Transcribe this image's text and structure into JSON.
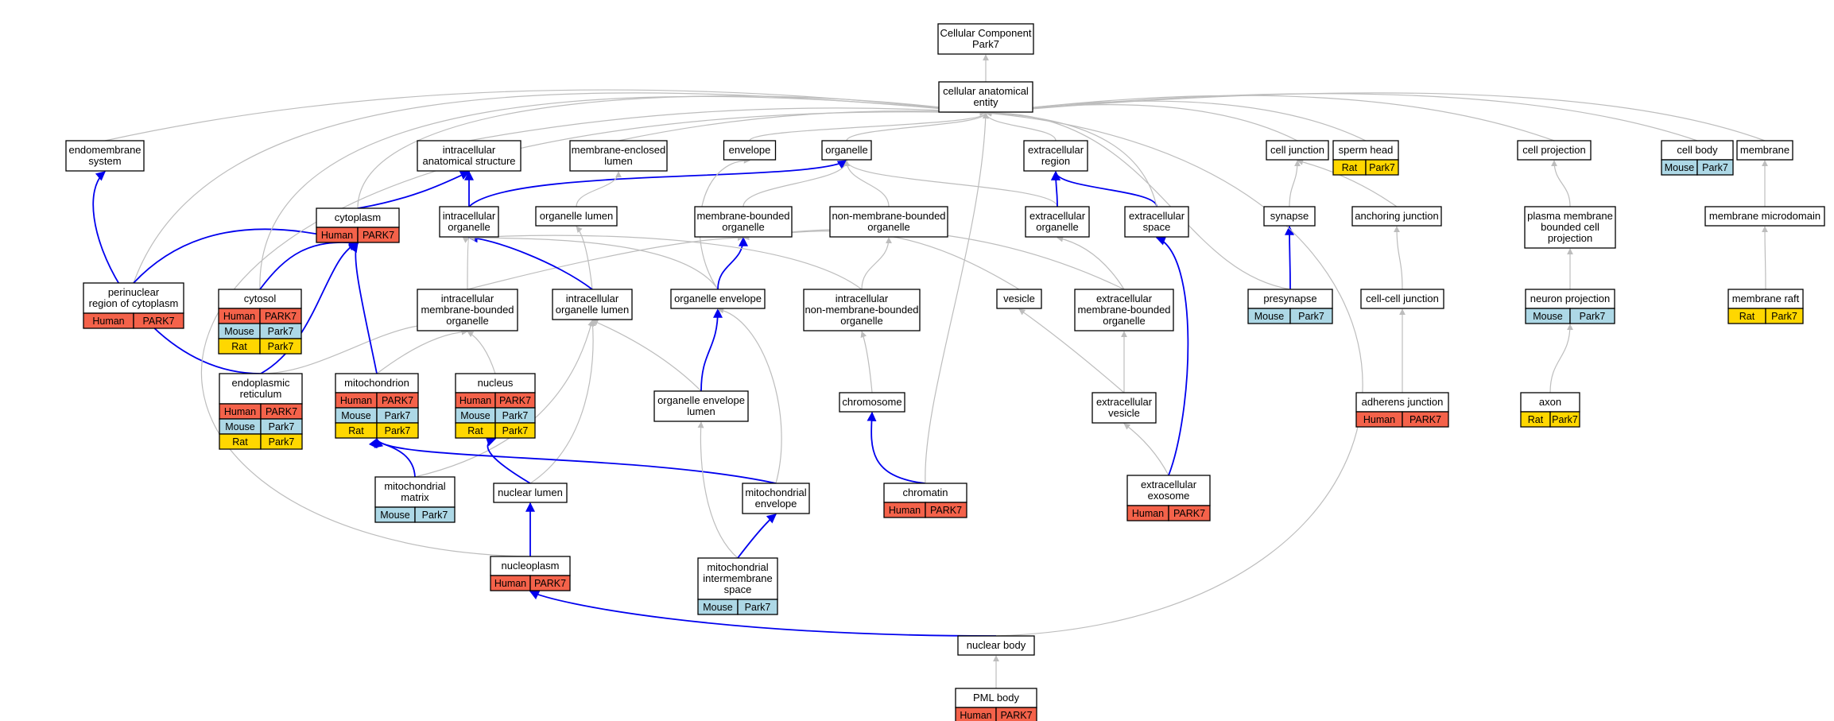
{
  "title_node": "go-cellular-component-park7",
  "colors": {
    "Human": "#f4624a",
    "Mouse": "#add8e6",
    "Rat": "#ffd700",
    "edge_isa": "#bdbdbd",
    "edge_partof": "#0000ee"
  },
  "nodes": [
    {
      "id": "root",
      "lines": [
        "Cellular Component",
        "Park7"
      ],
      "rows": []
    },
    {
      "id": "cae",
      "lines": [
        "cellular anatomical",
        "entity"
      ],
      "rows": []
    },
    {
      "id": "endomembrane",
      "lines": [
        "endomembrane",
        "system"
      ],
      "rows": []
    },
    {
      "id": "ias",
      "lines": [
        "intracellular",
        "anatomical structure"
      ],
      "rows": []
    },
    {
      "id": "mel",
      "lines": [
        "membrane-enclosed",
        "lumen"
      ],
      "rows": []
    },
    {
      "id": "envelope",
      "lines": [
        "envelope"
      ],
      "rows": []
    },
    {
      "id": "organelle",
      "lines": [
        "organelle"
      ],
      "rows": []
    },
    {
      "id": "extregion",
      "lines": [
        "extracellular",
        "region"
      ],
      "rows": []
    },
    {
      "id": "celljunction",
      "lines": [
        "cell junction"
      ],
      "rows": []
    },
    {
      "id": "spermhead",
      "lines": [
        "sperm head"
      ],
      "rows": [
        [
          "Rat",
          "Park7"
        ]
      ]
    },
    {
      "id": "cellprojection",
      "lines": [
        "cell projection"
      ],
      "rows": []
    },
    {
      "id": "cellbody",
      "lines": [
        "cell body"
      ],
      "rows": [
        [
          "Mouse",
          "Park7"
        ]
      ]
    },
    {
      "id": "membrane",
      "lines": [
        "membrane"
      ],
      "rows": []
    },
    {
      "id": "cytoplasm",
      "lines": [
        "cytoplasm"
      ],
      "rows": [
        [
          "Human",
          "PARK7"
        ]
      ]
    },
    {
      "id": "intorg",
      "lines": [
        "intracellular",
        "organelle"
      ],
      "rows": []
    },
    {
      "id": "orglumen",
      "lines": [
        "organelle lumen"
      ],
      "rows": []
    },
    {
      "id": "mbo",
      "lines": [
        "membrane-bounded",
        "organelle"
      ],
      "rows": []
    },
    {
      "id": "nmbo",
      "lines": [
        "non-membrane-bounded",
        "organelle"
      ],
      "rows": []
    },
    {
      "id": "extorg",
      "lines": [
        "extracellular",
        "organelle"
      ],
      "rows": []
    },
    {
      "id": "extspace",
      "lines": [
        "extracellular",
        "space"
      ],
      "rows": []
    },
    {
      "id": "synapse",
      "lines": [
        "synapse"
      ],
      "rows": []
    },
    {
      "id": "anchjunction",
      "lines": [
        "anchoring junction"
      ],
      "rows": []
    },
    {
      "id": "pmbcp",
      "lines": [
        "plasma membrane",
        "bounded cell",
        "projection"
      ],
      "rows": []
    },
    {
      "id": "membmicro",
      "lines": [
        "membrane microdomain"
      ],
      "rows": []
    },
    {
      "id": "perinuclear",
      "lines": [
        "perinuclear",
        "region of cytoplasm"
      ],
      "rows": [
        [
          "Human",
          "PARK7"
        ]
      ]
    },
    {
      "id": "cytosol",
      "lines": [
        "cytosol"
      ],
      "rows": [
        [
          "Human",
          "PARK7"
        ],
        [
          "Mouse",
          "Park7"
        ],
        [
          "Rat",
          "Park7"
        ]
      ]
    },
    {
      "id": "imbo",
      "lines": [
        "intracellular",
        "membrane-bounded",
        "organelle"
      ],
      "rows": []
    },
    {
      "id": "iol",
      "lines": [
        "intracellular",
        "organelle lumen"
      ],
      "rows": []
    },
    {
      "id": "orgenv",
      "lines": [
        "organelle envelope"
      ],
      "rows": []
    },
    {
      "id": "inmbo",
      "lines": [
        "intracellular",
        "non-membrane-bounded",
        "organelle"
      ],
      "rows": []
    },
    {
      "id": "vesicle",
      "lines": [
        "vesicle"
      ],
      "rows": []
    },
    {
      "id": "embo",
      "lines": [
        "extracellular",
        "membrane-bounded",
        "organelle"
      ],
      "rows": []
    },
    {
      "id": "presynapse",
      "lines": [
        "presynapse"
      ],
      "rows": [
        [
          "Mouse",
          "Park7"
        ]
      ]
    },
    {
      "id": "ccjunction",
      "lines": [
        "cell-cell junction"
      ],
      "rows": []
    },
    {
      "id": "neuronproj",
      "lines": [
        "neuron projection"
      ],
      "rows": [
        [
          "Mouse",
          "Park7"
        ]
      ]
    },
    {
      "id": "membraft",
      "lines": [
        "membrane raft"
      ],
      "rows": [
        [
          "Rat",
          "Park7"
        ]
      ]
    },
    {
      "id": "er",
      "lines": [
        "endoplasmic",
        "reticulum"
      ],
      "rows": [
        [
          "Human",
          "PARK7"
        ],
        [
          "Mouse",
          "Park7"
        ],
        [
          "Rat",
          "Park7"
        ]
      ]
    },
    {
      "id": "mito",
      "lines": [
        "mitochondrion"
      ],
      "rows": [
        [
          "Human",
          "PARK7"
        ],
        [
          "Mouse",
          "Park7"
        ],
        [
          "Rat",
          "Park7"
        ]
      ]
    },
    {
      "id": "nucleus",
      "lines": [
        "nucleus"
      ],
      "rows": [
        [
          "Human",
          "PARK7"
        ],
        [
          "Mouse",
          "Park7"
        ],
        [
          "Rat",
          "Park7"
        ]
      ]
    },
    {
      "id": "oel",
      "lines": [
        "organelle envelope",
        "lumen"
      ],
      "rows": []
    },
    {
      "id": "chromosome",
      "lines": [
        "chromosome"
      ],
      "rows": []
    },
    {
      "id": "extvesicle",
      "lines": [
        "extracellular",
        "vesicle"
      ],
      "rows": []
    },
    {
      "id": "adherens",
      "lines": [
        "adherens junction"
      ],
      "rows": [
        [
          "Human",
          "PARK7"
        ]
      ]
    },
    {
      "id": "axon",
      "lines": [
        "axon"
      ],
      "rows": [
        [
          "Rat",
          "Park7"
        ]
      ]
    },
    {
      "id": "mitomatrix",
      "lines": [
        "mitochondrial",
        "matrix"
      ],
      "rows": [
        [
          "Mouse",
          "Park7"
        ]
      ]
    },
    {
      "id": "nuclumen",
      "lines": [
        "nuclear lumen"
      ],
      "rows": []
    },
    {
      "id": "mitoenv",
      "lines": [
        "mitochondrial",
        "envelope"
      ],
      "rows": []
    },
    {
      "id": "chromatin",
      "lines": [
        "chromatin"
      ],
      "rows": [
        [
          "Human",
          "PARK7"
        ]
      ]
    },
    {
      "id": "extexosome",
      "lines": [
        "extracellular",
        "exosome"
      ],
      "rows": [
        [
          "Human",
          "PARK7"
        ]
      ]
    },
    {
      "id": "nucleoplasm",
      "lines": [
        "nucleoplasm"
      ],
      "rows": [
        [
          "Human",
          "PARK7"
        ]
      ]
    },
    {
      "id": "mims",
      "lines": [
        "mitochondrial",
        "intermembrane",
        "space"
      ],
      "rows": [
        [
          "Mouse",
          "Park7"
        ]
      ]
    },
    {
      "id": "nucbody",
      "lines": [
        "nuclear body"
      ],
      "rows": []
    },
    {
      "id": "pmlbody",
      "lines": [
        "PML body"
      ],
      "rows": [
        [
          "Human",
          "PARK7"
        ]
      ]
    }
  ],
  "edges": [
    {
      "from": "cae",
      "to": "root",
      "type": "is_a"
    },
    {
      "from": "endomembrane",
      "to": "cae",
      "type": "is_a"
    },
    {
      "from": "ias",
      "to": "cae",
      "type": "is_a"
    },
    {
      "from": "mel",
      "to": "cae",
      "type": "is_a"
    },
    {
      "from": "envelope",
      "to": "cae",
      "type": "is_a"
    },
    {
      "from": "organelle",
      "to": "cae",
      "type": "is_a"
    },
    {
      "from": "extregion",
      "to": "cae",
      "type": "is_a"
    },
    {
      "from": "celljunction",
      "to": "cae",
      "type": "is_a"
    },
    {
      "from": "spermhead",
      "to": "cae",
      "type": "is_a"
    },
    {
      "from": "cellprojection",
      "to": "cae",
      "type": "is_a"
    },
    {
      "from": "cellbody",
      "to": "cae",
      "type": "is_a"
    },
    {
      "from": "membrane",
      "to": "cae",
      "type": "is_a"
    },
    {
      "from": "cytoplasm",
      "to": "cae",
      "type": "is_a"
    },
    {
      "from": "cytoplasm",
      "to": "ias",
      "type": "part_of"
    },
    {
      "from": "intorg",
      "to": "ias",
      "type": "part_of"
    },
    {
      "from": "intorg",
      "to": "organelle",
      "type": "part_of"
    },
    {
      "from": "orglumen",
      "to": "mel",
      "type": "is_a"
    },
    {
      "from": "orgenv",
      "to": "envelope",
      "type": "is_a"
    },
    {
      "from": "mbo",
      "to": "organelle",
      "type": "is_a"
    },
    {
      "from": "nmbo",
      "to": "organelle",
      "type": "is_a"
    },
    {
      "from": "extorg",
      "to": "organelle",
      "type": "is_a"
    },
    {
      "from": "extorg",
      "to": "extregion",
      "type": "part_of"
    },
    {
      "from": "extspace",
      "to": "extregion",
      "type": "part_of"
    },
    {
      "from": "extspace",
      "to": "cae",
      "type": "is_a"
    },
    {
      "from": "synapse",
      "to": "celljunction",
      "type": "is_a"
    },
    {
      "from": "anchjunction",
      "to": "celljunction",
      "type": "is_a"
    },
    {
      "from": "pmbcp",
      "to": "cellprojection",
      "type": "is_a"
    },
    {
      "from": "membmicro",
      "to": "membrane",
      "type": "is_a"
    },
    {
      "from": "perinuclear",
      "to": "cae",
      "type": "is_a"
    },
    {
      "from": "perinuclear",
      "to": "cytoplasm",
      "type": "part_of"
    },
    {
      "from": "cytosol",
      "to": "cae",
      "type": "is_a"
    },
    {
      "from": "cytosol",
      "to": "cytoplasm",
      "type": "part_of"
    },
    {
      "from": "imbo",
      "to": "intorg",
      "type": "is_a"
    },
    {
      "from": "imbo",
      "to": "mbo",
      "type": "is_a"
    },
    {
      "from": "iol",
      "to": "orglumen",
      "type": "is_a"
    },
    {
      "from": "iol",
      "to": "intorg",
      "type": "part_of"
    },
    {
      "from": "orgenv",
      "to": "intorg",
      "type": "is_a"
    },
    {
      "from": "orgenv",
      "to": "mbo",
      "type": "part_of"
    },
    {
      "from": "inmbo",
      "to": "intorg",
      "type": "is_a"
    },
    {
      "from": "inmbo",
      "to": "nmbo",
      "type": "is_a"
    },
    {
      "from": "vesicle",
      "to": "mbo",
      "type": "is_a"
    },
    {
      "from": "embo",
      "to": "mbo",
      "type": "is_a"
    },
    {
      "from": "embo",
      "to": "extorg",
      "type": "is_a"
    },
    {
      "from": "presynapse",
      "to": "synapse",
      "type": "part_of"
    },
    {
      "from": "presynapse",
      "to": "cae",
      "type": "is_a"
    },
    {
      "from": "ccjunction",
      "to": "anchjunction",
      "type": "is_a"
    },
    {
      "from": "neuronproj",
      "to": "pmbcp",
      "type": "is_a"
    },
    {
      "from": "membraft",
      "to": "membmicro",
      "type": "is_a"
    },
    {
      "from": "er",
      "to": "imbo",
      "type": "is_a"
    },
    {
      "from": "er",
      "to": "cytoplasm",
      "type": "part_of"
    },
    {
      "from": "er",
      "to": "endomembrane",
      "type": "part_of"
    },
    {
      "from": "mito",
      "to": "imbo",
      "type": "is_a"
    },
    {
      "from": "mito",
      "to": "cytoplasm",
      "type": "part_of"
    },
    {
      "from": "nucleus",
      "to": "imbo",
      "type": "is_a"
    },
    {
      "from": "oel",
      "to": "iol",
      "type": "is_a"
    },
    {
      "from": "oel",
      "to": "orgenv",
      "type": "part_of"
    },
    {
      "from": "chromosome",
      "to": "inmbo",
      "type": "is_a"
    },
    {
      "from": "extvesicle",
      "to": "vesicle",
      "type": "is_a"
    },
    {
      "from": "extvesicle",
      "to": "embo",
      "type": "is_a"
    },
    {
      "from": "adherens",
      "to": "ccjunction",
      "type": "is_a"
    },
    {
      "from": "axon",
      "to": "neuronproj",
      "type": "is_a"
    },
    {
      "from": "mitomatrix",
      "to": "iol",
      "type": "is_a"
    },
    {
      "from": "mitomatrix",
      "to": "mito",
      "type": "part_of"
    },
    {
      "from": "nuclumen",
      "to": "iol",
      "type": "is_a"
    },
    {
      "from": "nuclumen",
      "to": "nucleus",
      "type": "part_of"
    },
    {
      "from": "mitoenv",
      "to": "orgenv",
      "type": "is_a"
    },
    {
      "from": "mitoenv",
      "to": "mito",
      "type": "part_of"
    },
    {
      "from": "chromatin",
      "to": "chromosome",
      "type": "part_of"
    },
    {
      "from": "chromatin",
      "to": "cae",
      "type": "is_a"
    },
    {
      "from": "extexosome",
      "to": "extvesicle",
      "type": "is_a"
    },
    {
      "from": "extexosome",
      "to": "extspace",
      "type": "part_of"
    },
    {
      "from": "nucleoplasm",
      "to": "nuclumen",
      "type": "part_of"
    },
    {
      "from": "nucleoplasm",
      "to": "cae",
      "type": "is_a"
    },
    {
      "from": "mims",
      "to": "oel",
      "type": "is_a"
    },
    {
      "from": "mims",
      "to": "mitoenv",
      "type": "part_of"
    },
    {
      "from": "nucbody",
      "to": "nucleoplasm",
      "type": "part_of"
    },
    {
      "from": "nucbody",
      "to": "cae",
      "type": "is_a"
    },
    {
      "from": "pmlbody",
      "to": "nucbody",
      "type": "is_a"
    }
  ]
}
